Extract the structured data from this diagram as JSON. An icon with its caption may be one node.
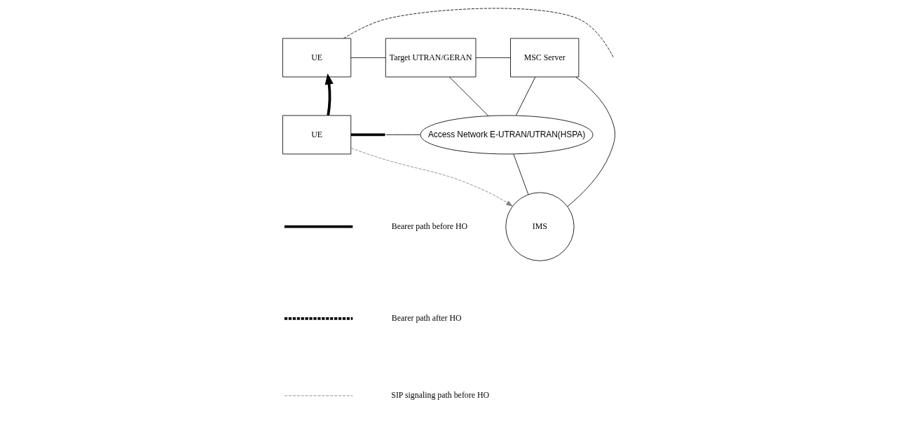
{
  "diagram": {
    "nodes": [
      {
        "text": [
          "UE"
        ]
      },
      {
        "text": [
          "Target UTRAN/GERAN"
        ]
      },
      {
        "text": [
          "MSC Server"
        ]
      },
      {
        "text": [
          "IMS"
        ]
      },
      {
        "text": [
          "UE"
        ]
      },
      {
        "text": [
          "Access Network E-UTRAN/UTRAN(HSPA)"
        ]
      }
    ],
    "edges": [
      {
        "from": 0,
        "to": 1,
        "arrow": "none"
      },
      {
        "from": 1,
        "to": 2,
        "arrow": "none"
      },
      {
        "from": 2,
        "to": 3,
        "arrow": "none"
      },
      {
        "from": 1,
        "to": 5,
        "arrow": "none"
      },
      {
        "from": 2,
        "to": 5,
        "arrow": "none"
      },
      {
        "from": 4,
        "to": 0,
        "arrow": "to",
        "style": "thick"
      },
      {
        "from": 4,
        "to": 5,
        "arrow": "none"
      },
      {
        "from": 5,
        "to": 3,
        "arrow": "none"
      },
      {
        "from": 4,
        "to": 3,
        "arrow": "to",
        "style": "dashed",
        "color": "#808080"
      },
      {
        "from": 4,
        "to": null,
        "arrow": "none",
        "style": "thick"
      },
      {
        "from": 0,
        "to": null,
        "arrow": "none",
        "style": "dashed"
      }
    ],
    "legend": [
      {
        "text": "Bearer path before HO"
      },
      {
        "text": "Bearer path after HO"
      },
      {
        "text": "SIP signaling path before HO"
      }
    ]
  }
}
